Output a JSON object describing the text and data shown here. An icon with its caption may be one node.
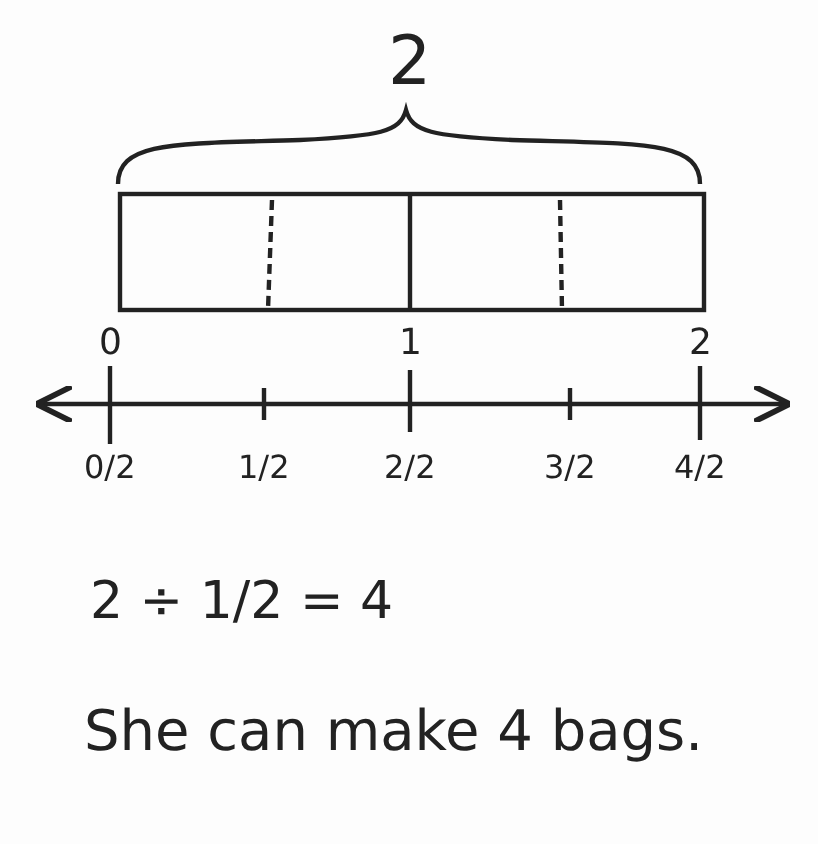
{
  "diagram": {
    "labels": [
      "2",
      "0",
      "1",
      "2",
      "0/2",
      "1/2",
      "2/2",
      "3/2",
      "4/2",
      "2 ÷ 1/2 = 4",
      "She can make 4 bags."
    ]
  }
}
